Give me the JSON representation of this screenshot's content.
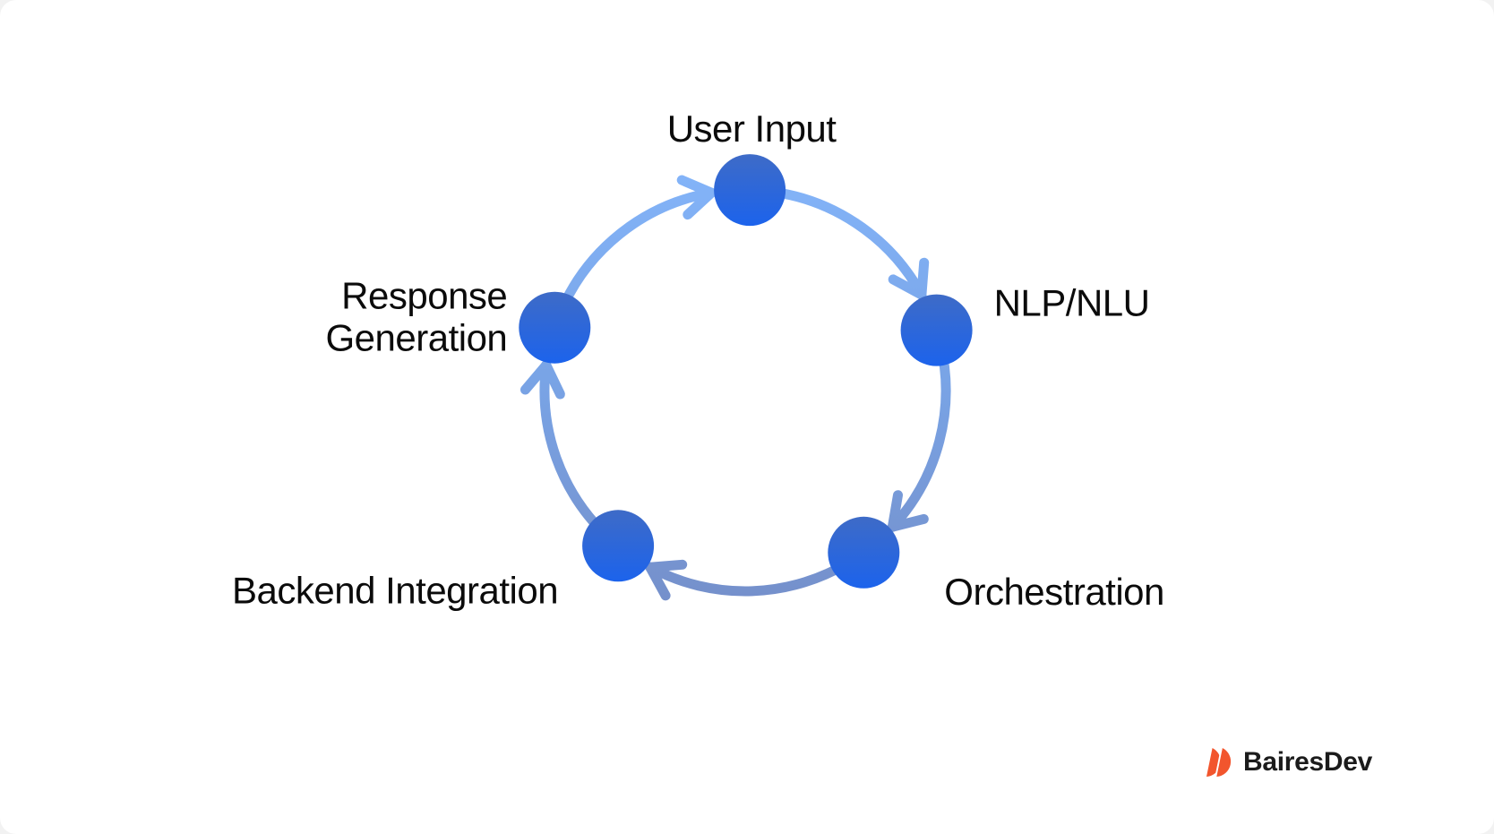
{
  "diagram": {
    "type": "cycle",
    "direction": "clockwise",
    "nodes": [
      {
        "id": "user-input",
        "label": "User Input"
      },
      {
        "id": "nlp-nlu",
        "label": "NLP/NLU"
      },
      {
        "id": "orchestration",
        "label": "Orchestration"
      },
      {
        "id": "backend-integration",
        "label": "Backend Integration"
      },
      {
        "id": "response-generation",
        "label": "Response\nGeneration"
      }
    ],
    "colors": {
      "node_gradient_top": "#3E6BC7",
      "node_gradient_bottom": "#1C63EC",
      "arrow_light": "#84B5FA",
      "arrow_mid": "#79A4E6",
      "arrow_dark": "#7590CB",
      "label_text": "#0B0B0B"
    }
  },
  "branding": {
    "logo_text": "BairesDev",
    "logo_mark": "double-petal-icon",
    "logo_mark_color": "#F2552D",
    "logo_text_color": "#1B1B1B"
  }
}
